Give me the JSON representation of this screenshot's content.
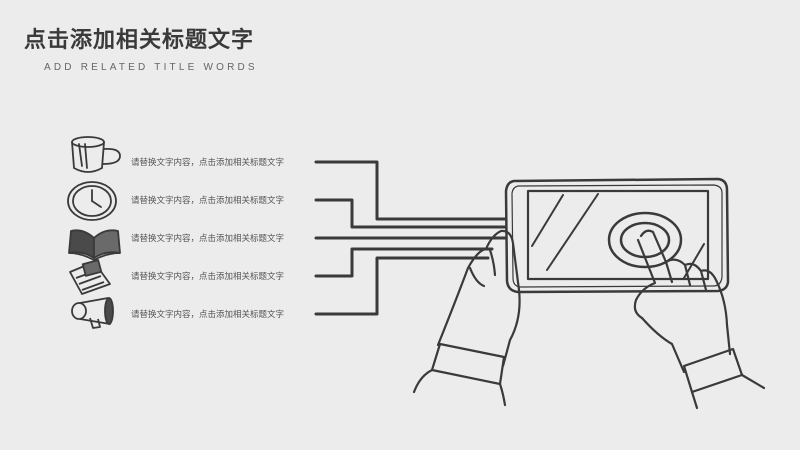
{
  "slide": {
    "title": "点击添加相关标题文字",
    "subtitle": "ADD RELATED TITLE WORDS"
  },
  "items": [
    {
      "icon": "coffee-cup-icon",
      "text": "请替换文字内容，点击添加相关标题文字"
    },
    {
      "icon": "clock-icon",
      "text": "请替换文字内容，点击添加相关标题文字"
    },
    {
      "icon": "open-book-icon",
      "text": "请替换文字内容，点击添加相关标题文字"
    },
    {
      "icon": "notepad-icon",
      "text": "请替换文字内容，点击添加相关标题文字"
    },
    {
      "icon": "megaphone-icon",
      "text": "请替换文字内容，点击添加相关标题文字"
    }
  ],
  "colors": {
    "background": "#ececec",
    "ink": "#3a3a3a"
  }
}
